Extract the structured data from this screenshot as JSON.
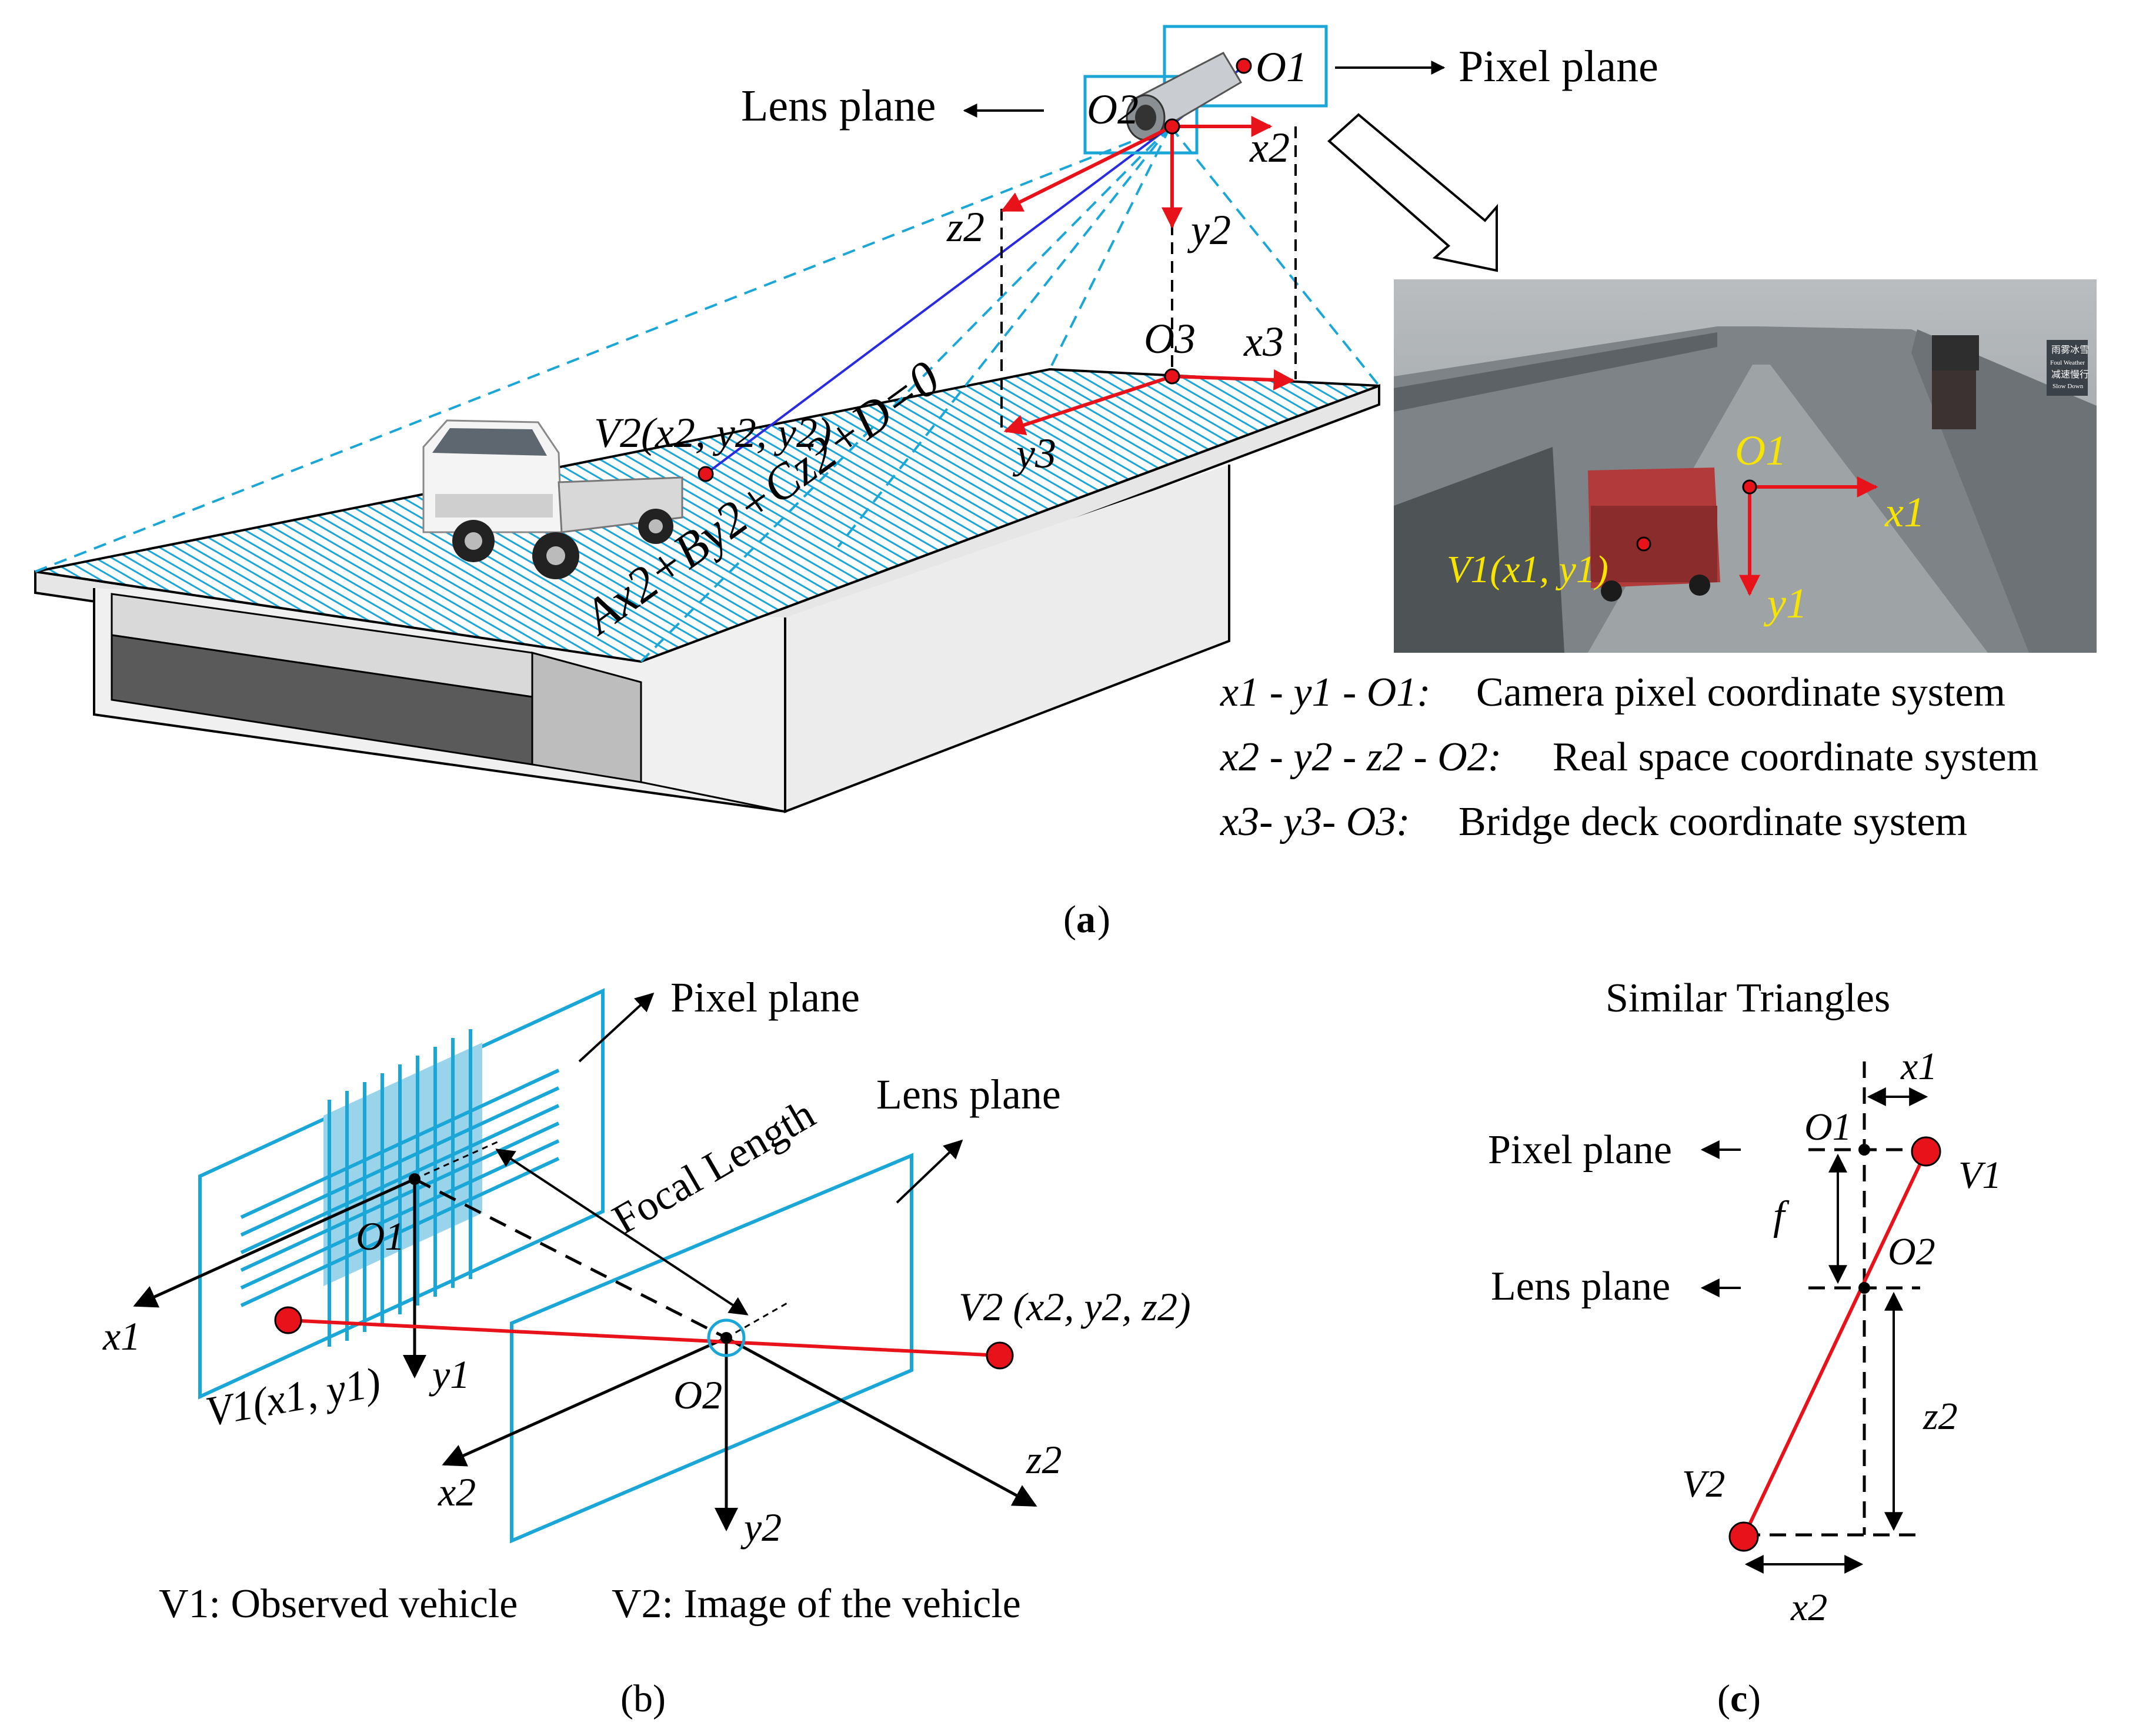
{
  "panel_a": {
    "caption": "a",
    "lens_plane": "Lens plane",
    "pixel_plane": "Pixel plane",
    "O1": "O1",
    "O2": "O2",
    "O3": "O3",
    "x2": "x2",
    "y2": "y2",
    "z2": "z2",
    "x3": "x3",
    "y3": "y3",
    "V2": "V2(x2, y2, y2)",
    "plane_eq": "Ax2+By2+Cz2+D=0",
    "photo_O1": "O1",
    "photo_x1": "x1",
    "photo_y1": "y1",
    "photo_V1": "V1(x1, y1)",
    "legend": [
      {
        "sym": "x1 - y1 - O1:",
        "desc": "Camera pixel coordinate system"
      },
      {
        "sym": "x2 - y2 - z2 - O2:",
        "desc": "Real space coordinate system"
      },
      {
        "sym": "x3- y3- O3:",
        "desc": "Bridge deck coordinate system"
      }
    ],
    "sign_text": [
      "雨雾冰雪",
      "Foul Weather",
      "减速慢行",
      "Slow Down"
    ]
  },
  "panel_b": {
    "caption": "(b)",
    "pixel_plane": "Pixel plane",
    "lens_plane": "Lens plane",
    "focal_length": "Focal Length",
    "O1": "O1",
    "O2": "O2",
    "x1": "x1",
    "y1": "y1",
    "x2": "x2",
    "y2": "y2",
    "z2": "z2",
    "V1": "V1(x1, y1)",
    "V2": "V2 (x2, y2, z2)",
    "legend_v1": "V1: Observed vehicle",
    "legend_v2": "V2: Image of the vehicle"
  },
  "panel_c": {
    "caption": "c",
    "title": "Similar Triangles",
    "pixel_plane": "Pixel plane",
    "lens_plane": "Lens plane",
    "O1": "O1",
    "O2": "O2",
    "V1": "V1",
    "V2": "V2",
    "x1": "x1",
    "x2": "x2",
    "z2": "z2",
    "f": "f"
  },
  "colors": {
    "accent_red": "#e8131a",
    "cyan": "#00a3d9",
    "blue_line": "#2a2ae0",
    "label_yellow": "#f7e400"
  }
}
